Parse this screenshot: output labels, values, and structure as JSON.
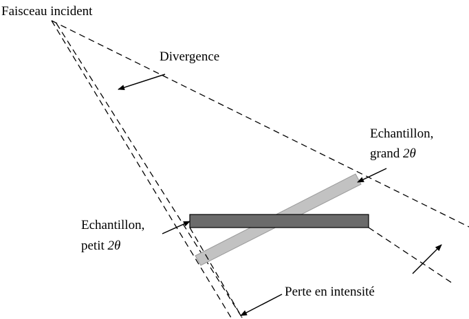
{
  "labels": {
    "incident_beam": "Faisceau incident",
    "divergence": "Divergence",
    "sample_large_line1": "Echantillon,",
    "sample_large_line2_prefix": "grand ",
    "sample_small_line1": "Echantillon,",
    "sample_small_line2_prefix": "petit ",
    "two_theta": "2θ",
    "intensity_loss": "Perte en intensité"
  },
  "colors": {
    "sample_small_fill": "#6b6b6b",
    "sample_large_fill": "#c2c2c2",
    "line": "#000000"
  }
}
